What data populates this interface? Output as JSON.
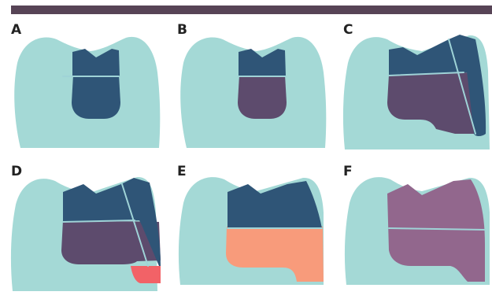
{
  "colors": {
    "tooth": "#a4d9d6",
    "navy": "#2f5577",
    "purple": "#5d4b6d",
    "salmon": "#f89b7b",
    "red": "#f26267",
    "mauve": "#92678d",
    "line": "#9fd3d7",
    "bar": "#574456"
  },
  "panels": [
    {
      "label": "A"
    },
    {
      "label": "B"
    },
    {
      "label": "C"
    },
    {
      "label": "D"
    },
    {
      "label": "E"
    },
    {
      "label": "F"
    }
  ]
}
